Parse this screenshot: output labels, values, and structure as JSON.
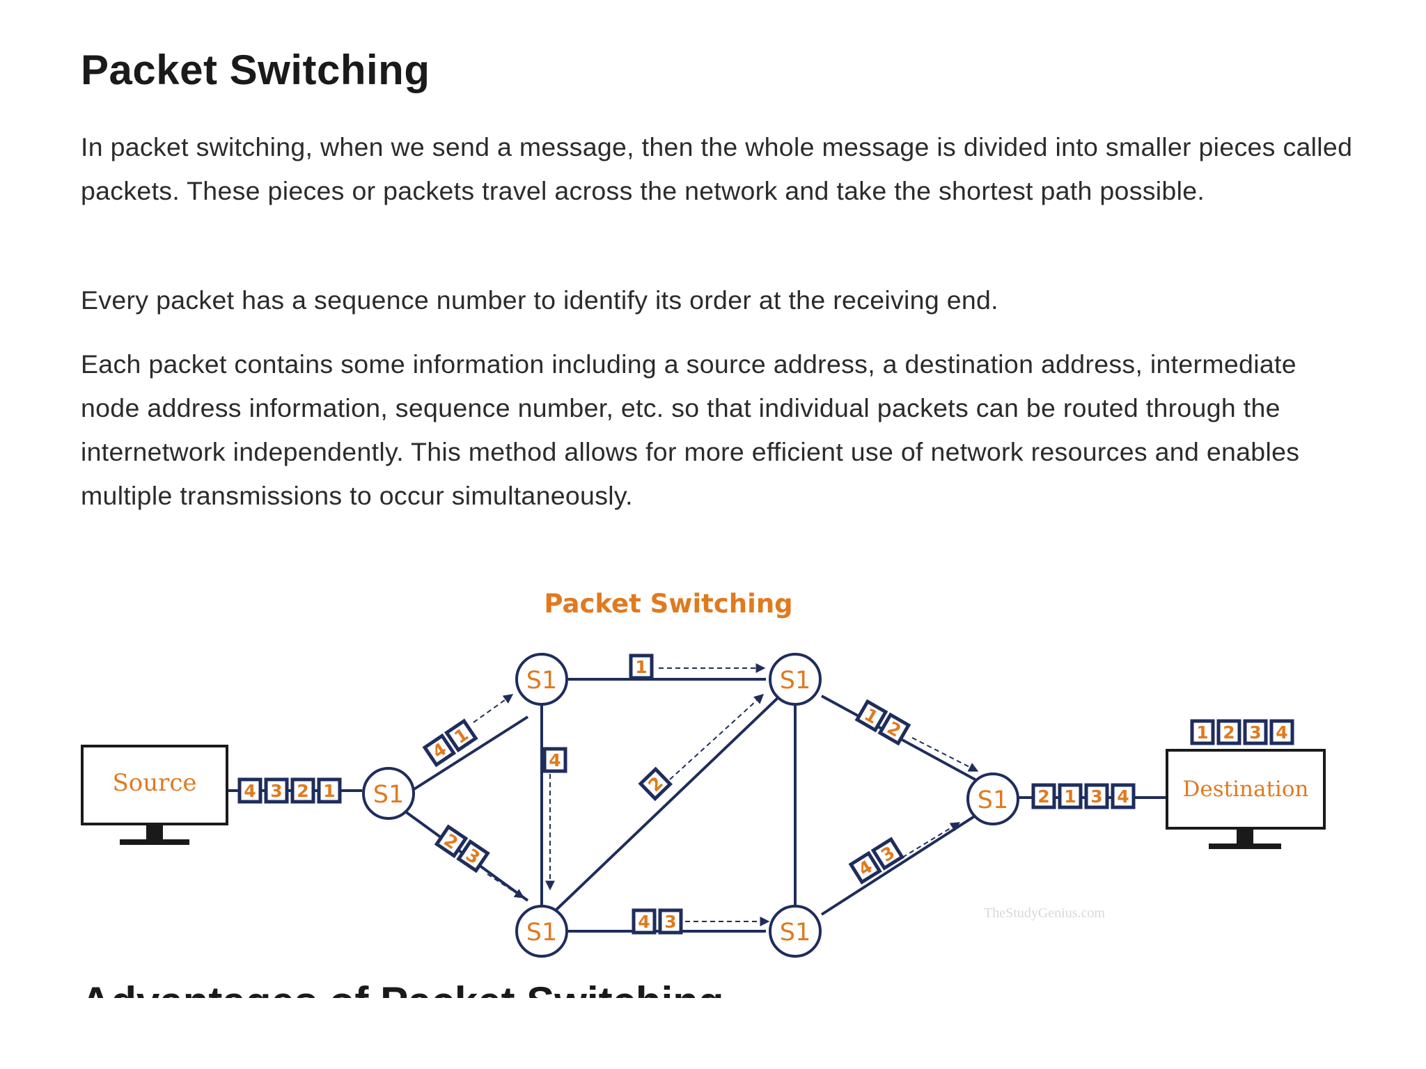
{
  "article": {
    "title": "Packet Switching",
    "paragraphs": [
      "In packet switching, when we send a message, then the whole message is divided into smaller pieces called packets. These pieces or packets travel across the network and take the shortest path possible.",
      "Every packet has a sequence number to identify its order at the receiving end.",
      "Each packet contains some information including a source address, a destination address, intermediate node address information, sequence number, etc. so that individual packets can be routed through the internetwork independently. This method allows for more efficient use of network resources and enables multiple transmissions to occur simultaneously."
    ],
    "next_heading": "Advantages of Packet Switching"
  },
  "diagram": {
    "title": "Packet Switching",
    "source_label": "Source",
    "destination_label": "Destination",
    "node_label": "S1",
    "source_packets": [
      "4",
      "3",
      "2",
      "1"
    ],
    "destination_packets_top": [
      "1",
      "2",
      "3",
      "4"
    ],
    "destination_packets_link": [
      "2",
      "1",
      "3",
      "4"
    ],
    "link_a_to_top": [
      "4",
      "1"
    ],
    "link_a_to_bottom": [
      "2",
      "3"
    ],
    "link_top_to_top": [
      "1"
    ],
    "link_top_to_bottom": [
      "4"
    ],
    "link_bottom_to_top": [
      "2"
    ],
    "link_bottom_to_bottom": [
      "4",
      "3"
    ],
    "link_top_right_to_end": [
      "1",
      "2"
    ],
    "link_bottom_right_to_end": [
      "4",
      "3"
    ],
    "watermark": "TheStudyGenius.com",
    "colors": {
      "line": "#1f2d5c",
      "accent": "#e07a1f",
      "node_fill": "#ffffff"
    }
  }
}
